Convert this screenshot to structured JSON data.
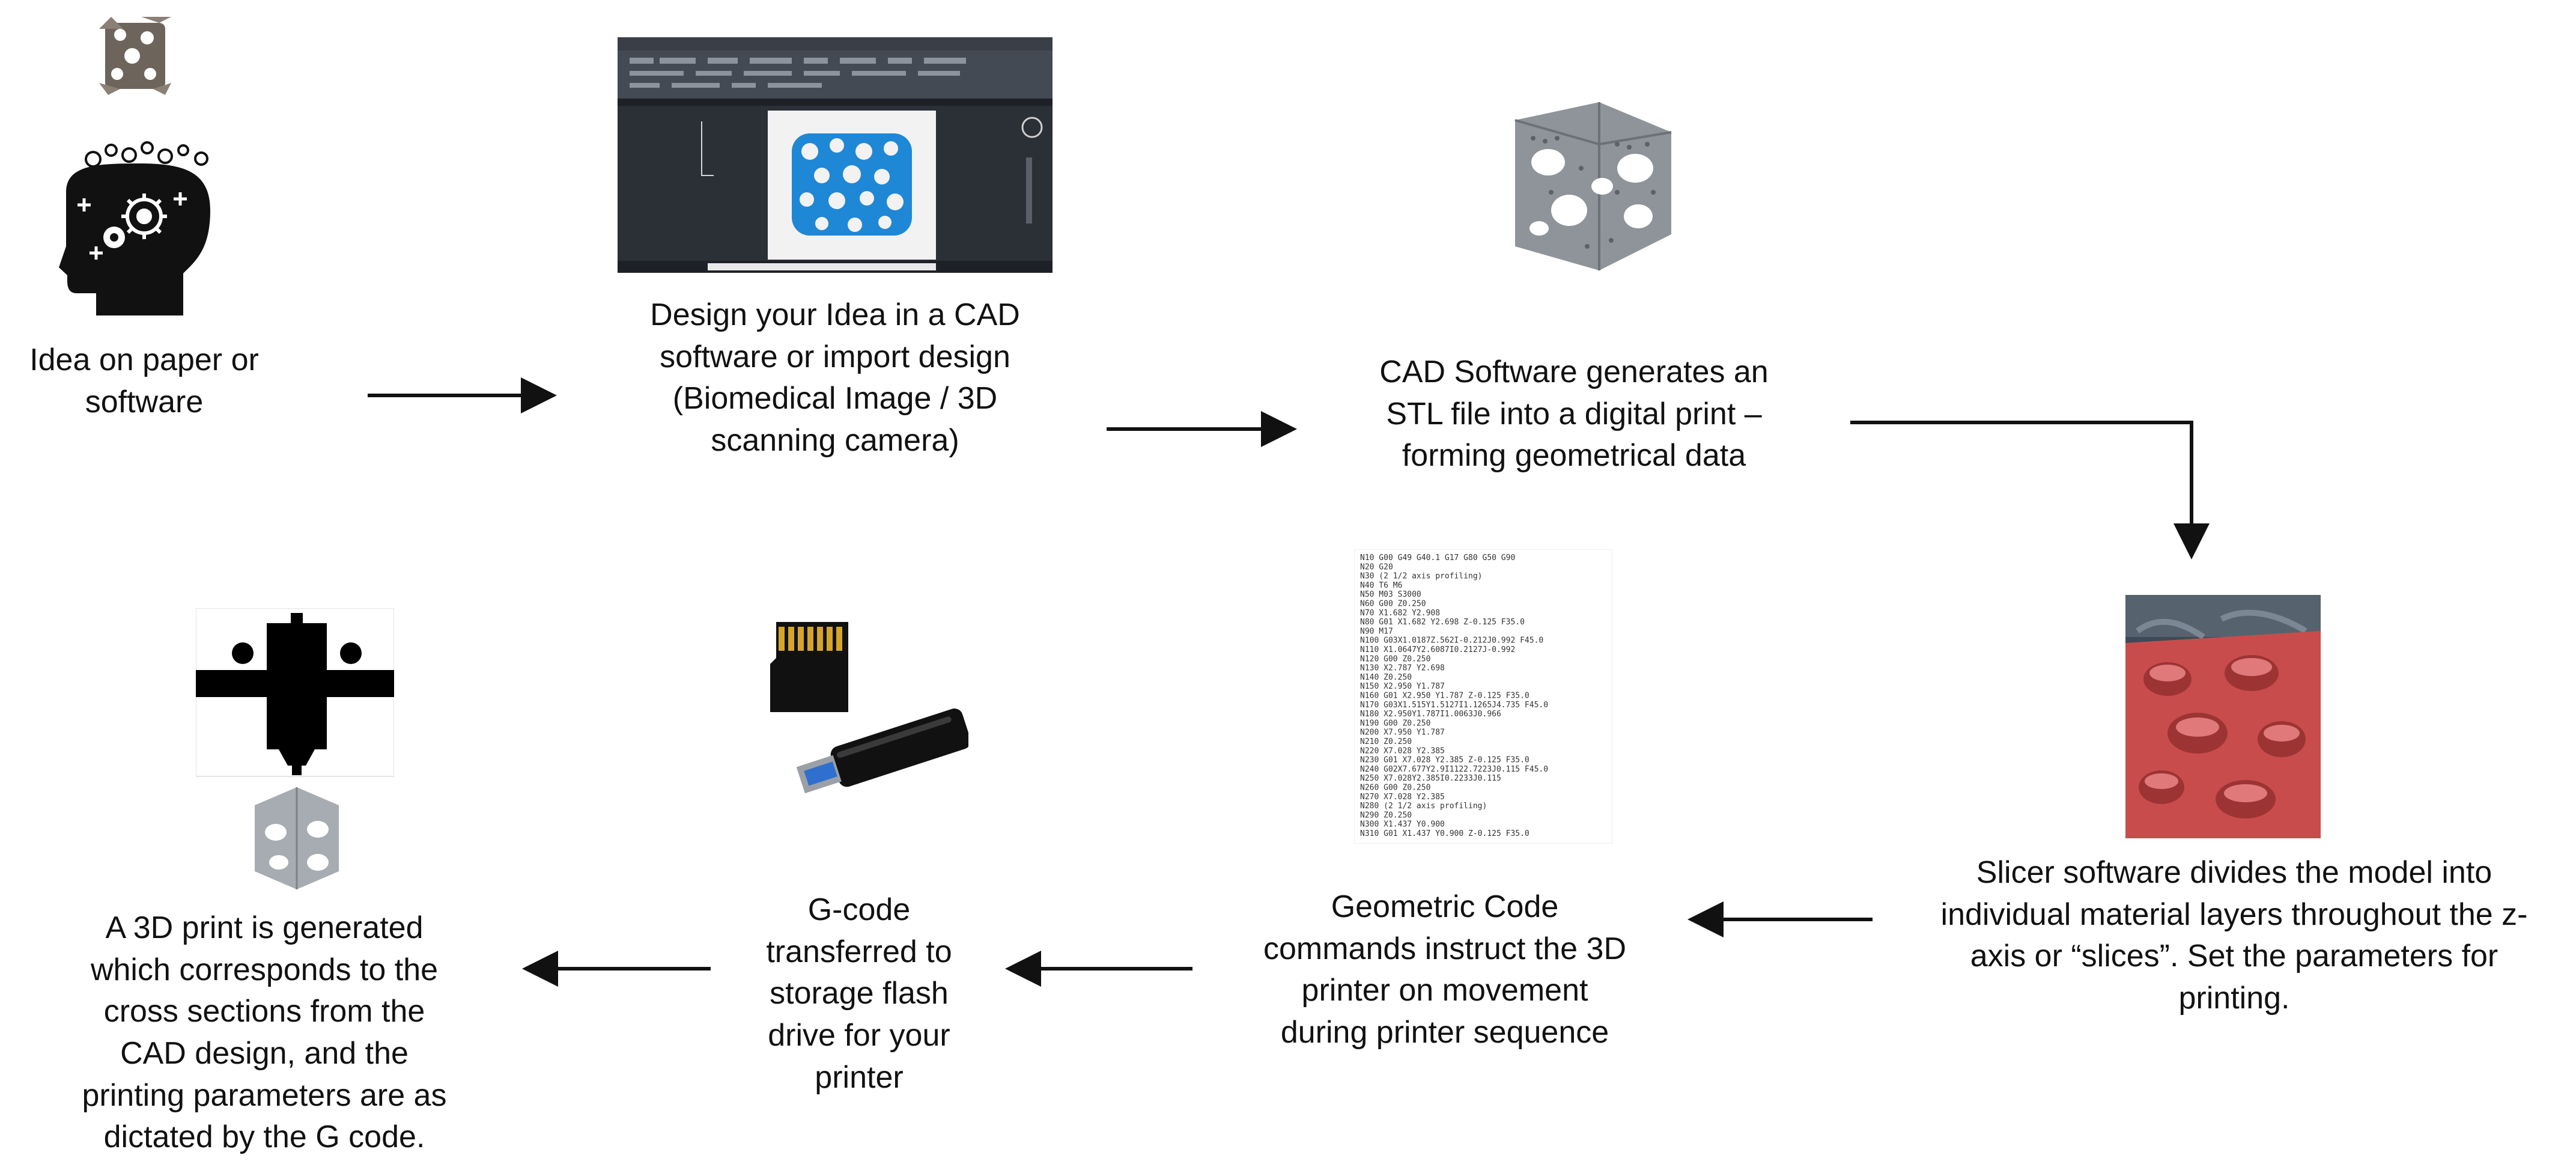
{
  "steps": {
    "idea": "Idea on paper or\nsoftware",
    "design": "Design your Idea in a CAD\nsoftware or import design\n(Biomedical Image / 3D\nscanning camera)",
    "stl": "CAD Software generates an\nSTL file into a digital print –\nforming geometrical data",
    "slicer": "Slicer software divides the model into\nindividual material layers throughout the z-\naxis or “slices”. Set the parameters for\nprinting.",
    "gcode": "Geometric Code\ncommands instruct the 3D\nprinter on movement\nduring printer sequence",
    "transfer": "G-code\ntransferred to\nstorage flash\ndrive for your\nprinter",
    "print": "A 3D print is generated\nwhich corresponds to the\ncross sections from the\nCAD design, and the\nprinting parameters are as\ndictated by the G code."
  },
  "gcode_listing": [
    "N10 G00 G49 G40.1 G17 G80 G50 G90",
    "N20 G20",
    "N30 (2 1/2 axis profiling)",
    "N40 T6 M6",
    "N50 M03 S3000",
    "N60 G00 Z0.250",
    "N70 X1.682 Y2.908",
    "N80 G01 X1.682 Y2.698 Z-0.125  F35.0",
    "N90 M17",
    "N100 G03X1.0187Z.562I-0.212J0.992 F45.0",
    "N110 X1.0647Y2.6087I0.2127J-0.992",
    "N120 G00 Z0.250",
    "N130 X2.787 Y2.698",
    "N140 Z0.250",
    "N150 X2.950 Y1.787",
    "N160 G01 X2.950 Y1.787 Z-0.125  F35.0",
    "N170 G03X1.515Y1.5127I1.1265J4.735 F45.0",
    "N180 X2.950Y1.787I1.0063J0.966",
    "N190 G00 Z0.250",
    "N200 X7.950 Y1.787",
    "N210 Z0.250",
    "N220 X7.028 Y2.385",
    "N230 G01 X7.028 Y2.385 Z-0.125  F35.0",
    "N240 G02X7.677Y2.9I1122.7223J0.115 F45.0",
    "N250 X7.028Y2.385I0.2233J0.115",
    "N260 G00 Z0.250",
    "N270 X7.028 Y2.385",
    "N280 (2 1/2 axis profiling)",
    "N290 Z0.250",
    "N300 X1.437 Y0.900",
    "N310 G01 X1.437 Y0.900 Z-0.125  F35.0"
  ],
  "colors": {
    "arrow": "#111111",
    "cad_panel": "#2b2f36",
    "lattice_blue": "#1e88d6",
    "slice_red": "#c94c4c",
    "steel": "#8f949a"
  },
  "icons": {
    "idea": "head-gears-icon",
    "design": "cad-window-icon",
    "stl": "lattice-model-icon",
    "slicer": "sliced-model-icon",
    "gcode": "code-listing-icon",
    "transfer": "sd-card-usb-icon",
    "print": "printer-nozzle-icon"
  }
}
